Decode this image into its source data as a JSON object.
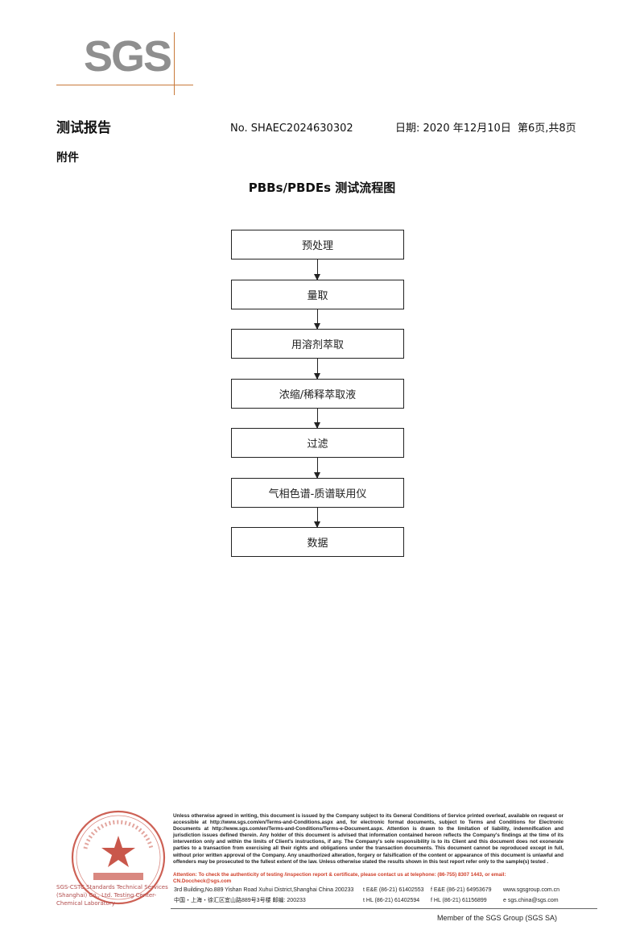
{
  "logo": {
    "text": "SGS"
  },
  "header": {
    "title": "测试报告",
    "report_no": "No. SHAEC2024630302",
    "date": "日期: 2020 年12月10日",
    "page": "第6页,共8页",
    "attachment": "附件"
  },
  "flowchart": {
    "title": "PBBs/PBDEs 测试流程图",
    "steps": [
      "预处理",
      "量取",
      "用溶剂萃取",
      "浓缩/稀释萃取液",
      "过滤",
      "气相色谱-质谱联用仪",
      "数据"
    ]
  },
  "footer": {
    "seal_text_left": "SGS-CSTC Standards Technical Services (Shanghai) Co., Ltd. Testing Center-Chemical Laboratory",
    "disclaimer": "Unless otherwise agreed in writing, this document is issued by the Company subject to its General Conditions of Service printed overleaf, available on request or accessible at http://www.sgs.com/en/Terms-and-Conditions.aspx and, for electronic format documents, subject to Terms and Conditions for Electronic Documents at http://www.sgs.com/en/Terms-and-Conditions/Terms-e-Document.aspx. Attention is drawn to the limitation of liability, indemnification and jurisdiction issues defined therein. Any holder of this document is advised that information contained hereon reflects the Company's findings at the time of its intervention only and within the limits of Client's instructions, if any. The Company's sole responsibility is to its Client and this document does not exonerate parties to a transaction from exercising all their rights and obligations under the transaction documents. This document cannot be reproduced except in full, without prior written approval of the Company. Any unauthorized alteration, forgery or falsification of the content or appearance of this document is unlawful and offenders may be prosecuted to the fullest extent of the law. Unless otherwise stated the results shown in this test report refer only to the sample(s) tested .",
    "attention": "Attention: To check the authenticity of testing /inspection report & certificate, please contact us at telephone: (86-755) 8307 1443, or email: CN.Doccheck@sgs.com",
    "address_en": "3rd Building,No.889 Yishan Road Xuhui District,Shanghai China   200233",
    "address_cn": "中国・上海・徐汇区宜山路889号3号楼    邮编: 200233",
    "tel_1": "t E&E (86-21) 61402553",
    "fax_1": "f E&E (86-21) 64953679",
    "web": "www.sgsgroup.com.cn",
    "tel_2": "t HL (86-21) 61402594",
    "fax_2": "f HL (86-21) 61156899",
    "email": "e  sgs.china@sgs.com",
    "member": "Member of the SGS Group (SGS SA)"
  },
  "colors": {
    "logo_gray": "#8f8f8f",
    "logo_line": "#c97a3a",
    "seal_red": "#c0392b",
    "attention_red": "#d0402b"
  }
}
